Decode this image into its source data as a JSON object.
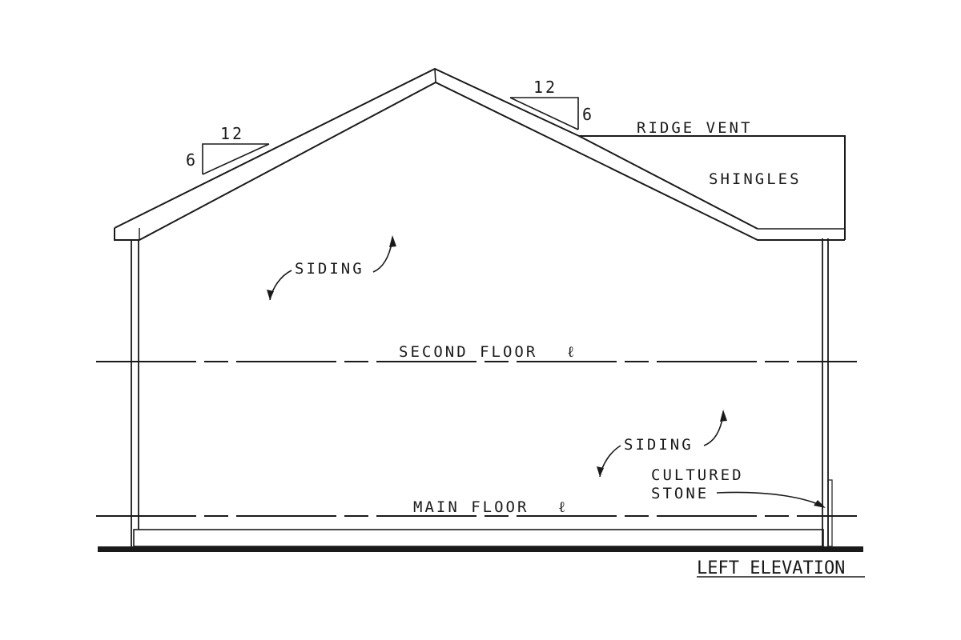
{
  "drawing": {
    "title": "LEFT ELEVATION",
    "labels": {
      "siding_upper": "SIDING",
      "siding_lower": "SIDING",
      "second_floor": "SECOND FLOOR",
      "main_floor": "MAIN FLOOR",
      "ridge_vent": "RIDGE VENT",
      "shingles": "SHINGLES",
      "cultured_stone_line1": "CULTURED",
      "cultured_stone_line2": "STONE"
    },
    "roof_pitch_left": {
      "run": "12",
      "rise": "6"
    },
    "roof_pitch_right": {
      "run": "12",
      "rise": "6"
    }
  }
}
